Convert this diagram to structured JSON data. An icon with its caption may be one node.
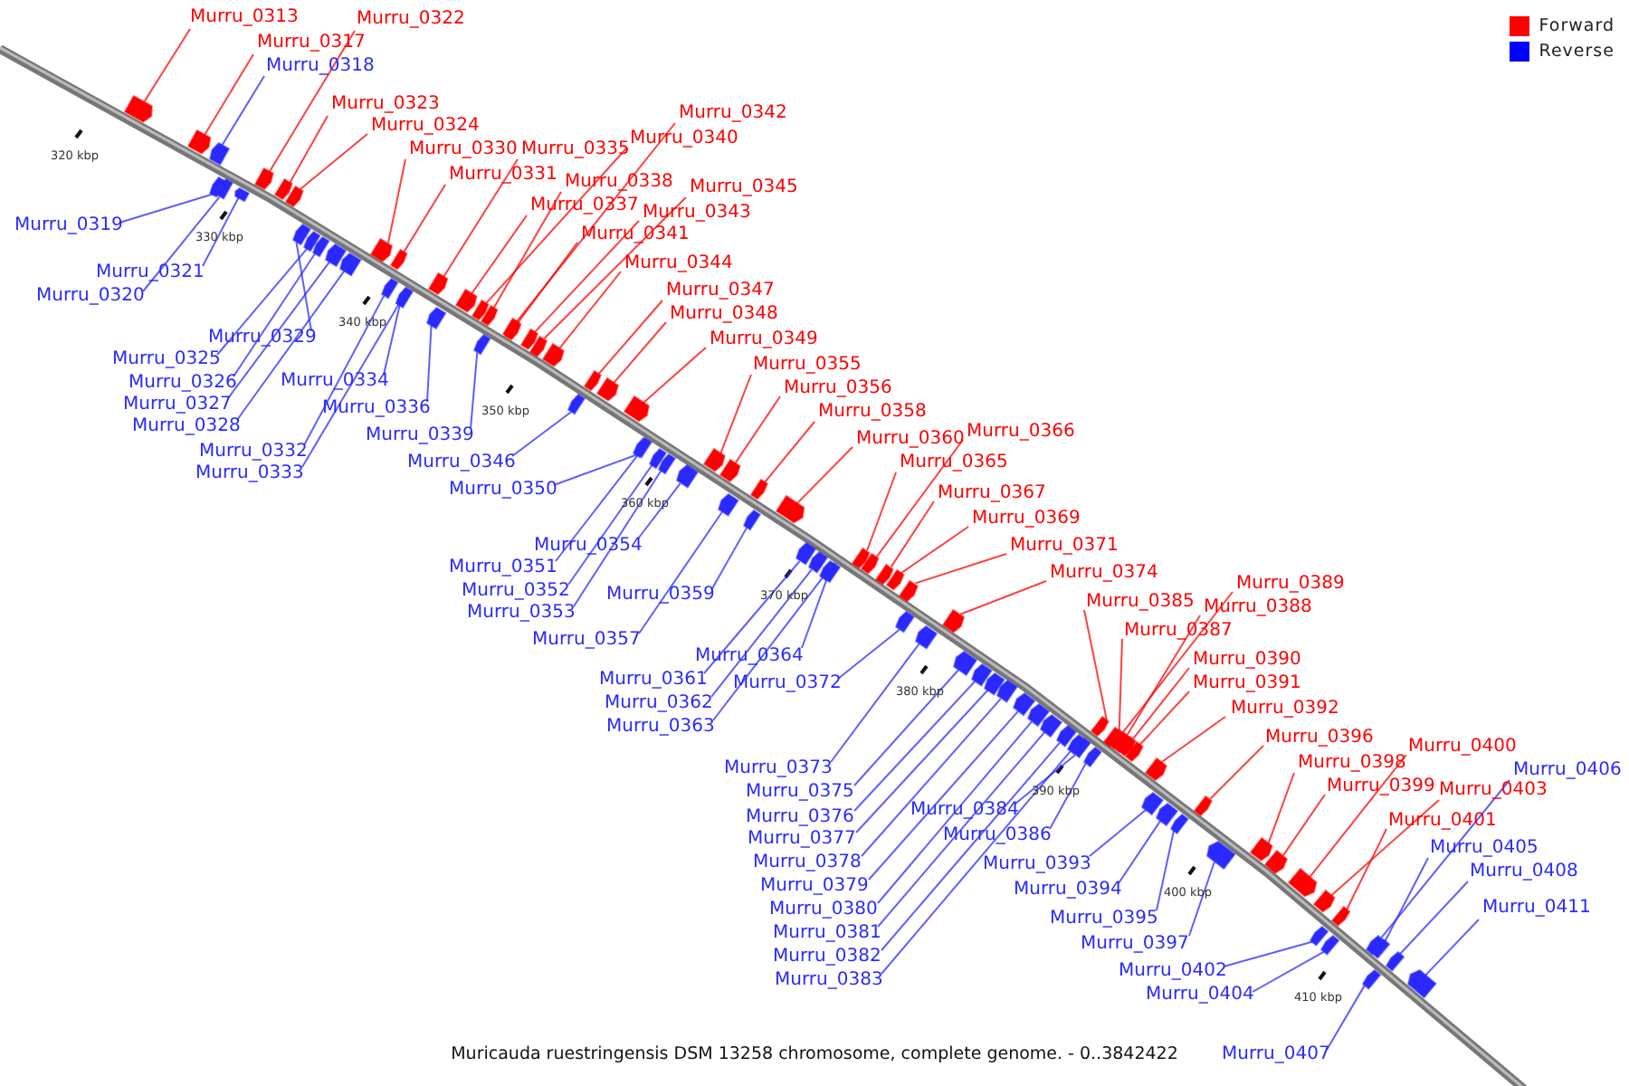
{
  "diagram": {
    "caption": "Muricauda ruestringensis DSM 13258 chromosome, complete genome. - 0..3842422",
    "nodes": [
      {
        "text": [
          "Murru_0313"
        ]
      },
      {
        "text": [
          "Murru_0322"
        ]
      },
      {
        "text": [
          "Murru_0317"
        ]
      },
      {
        "text": [
          "Murru_0318"
        ]
      },
      {
        "text": [
          "Murru_0323"
        ]
      },
      {
        "text": [
          "Murru_0342"
        ]
      },
      {
        "text": [
          "Murru_0324"
        ]
      },
      {
        "text": [
          "Murru_0340"
        ]
      },
      {
        "text": [
          "Murru_0330"
        ]
      },
      {
        "text": [
          "Murru_0335"
        ]
      },
      {
        "text": [
          "Murru_0331"
        ]
      },
      {
        "text": [
          "Murru_0338"
        ]
      },
      {
        "text": [
          "Murru_0345"
        ]
      },
      {
        "text": [
          "Murru_0337"
        ]
      },
      {
        "text": [
          "Murru_0343"
        ]
      },
      {
        "text": [
          "Murru_0319"
        ]
      },
      {
        "text": [
          "Murru_0341"
        ]
      },
      {
        "text": [
          "Murru_0344"
        ]
      },
      {
        "text": [
          "Murru_0321"
        ]
      },
      {
        "text": [
          "Murru_0347"
        ]
      },
      {
        "text": [
          "Murru_0320"
        ]
      },
      {
        "text": [
          "Murru_0348"
        ]
      },
      {
        "text": [
          "Murru_0329"
        ]
      },
      {
        "text": [
          "Murru_0349"
        ]
      },
      {
        "text": [
          "Murru_0325"
        ]
      },
      {
        "text": [
          "Murru_0355"
        ]
      },
      {
        "text": [
          "Murru_0334"
        ]
      },
      {
        "text": [
          "Murru_0326"
        ]
      },
      {
        "text": [
          "Murru_0356"
        ]
      },
      {
        "text": [
          "Murru_0327"
        ]
      },
      {
        "text": [
          "Murru_0336"
        ]
      },
      {
        "text": [
          "Murru_0358"
        ]
      },
      {
        "text": [
          "Murru_0328"
        ]
      },
      {
        "text": [
          "Murru_0366"
        ]
      },
      {
        "text": [
          "Murru_0339"
        ]
      },
      {
        "text": [
          "Murru_0360"
        ]
      },
      {
        "text": [
          "Murru_0332"
        ]
      },
      {
        "text": [
          "Murru_0346"
        ]
      },
      {
        "text": [
          "Murru_0365"
        ]
      },
      {
        "text": [
          "Murru_0333"
        ]
      },
      {
        "text": [
          "Murru_0350"
        ]
      },
      {
        "text": [
          "Murru_0367"
        ]
      },
      {
        "text": [
          "Murru_0369"
        ]
      },
      {
        "text": [
          "Murru_0354"
        ]
      },
      {
        "text": [
          "Murru_0371"
        ]
      },
      {
        "text": [
          "Murru_0351"
        ]
      },
      {
        "text": [
          "Murru_0374"
        ]
      },
      {
        "text": [
          "Murru_0389"
        ]
      },
      {
        "text": [
          "Murru_0352"
        ]
      },
      {
        "text": [
          "Murru_0359"
        ]
      },
      {
        "text": [
          "Murru_0385"
        ]
      },
      {
        "text": [
          "Murru_0388"
        ]
      },
      {
        "text": [
          "Murru_0353"
        ]
      },
      {
        "text": [
          "Murru_0387"
        ]
      },
      {
        "text": [
          "Murru_0357"
        ]
      },
      {
        "text": [
          "Murru_0364"
        ]
      },
      {
        "text": [
          "Murru_0390"
        ]
      },
      {
        "text": [
          "Murru_0361"
        ]
      },
      {
        "text": [
          "Murru_0372"
        ]
      },
      {
        "text": [
          "Murru_0391"
        ]
      },
      {
        "text": [
          "Murru_0362"
        ]
      },
      {
        "text": [
          "Murru_0392"
        ]
      },
      {
        "text": [
          "Murru_0363"
        ]
      },
      {
        "text": [
          "Murru_0396"
        ]
      },
      {
        "text": [
          "Murru_0400"
        ]
      },
      {
        "text": [
          "Murru_0373"
        ]
      },
      {
        "text": [
          "Murru_0398"
        ]
      },
      {
        "text": [
          "Murru_0406"
        ]
      },
      {
        "text": [
          "Murru_0399"
        ]
      },
      {
        "text": [
          "Murru_0403"
        ]
      },
      {
        "text": [
          "Murru_0375"
        ]
      },
      {
        "text": [
          "Murru_0384"
        ]
      },
      {
        "text": [
          "Murru_0376"
        ]
      },
      {
        "text": [
          "Murru_0401"
        ]
      },
      {
        "text": [
          "Murru_0386"
        ]
      },
      {
        "text": [
          "Murru_0377"
        ]
      },
      {
        "text": [
          "Murru_0405"
        ]
      },
      {
        "text": [
          "Murru_0393"
        ]
      },
      {
        "text": [
          "Murru_0378"
        ]
      },
      {
        "text": [
          "Murru_0408"
        ]
      },
      {
        "text": [
          "Murru_0379"
        ]
      },
      {
        "text": [
          "Murru_0394"
        ]
      },
      {
        "text": [
          "Murru_0411"
        ]
      },
      {
        "text": [
          "Murru_0380"
        ]
      },
      {
        "text": [
          "Murru_0395"
        ]
      },
      {
        "text": [
          "Murru_0381"
        ]
      },
      {
        "text": [
          "Murru_0397"
        ]
      },
      {
        "text": [
          "Murru_0382"
        ]
      },
      {
        "text": [
          "Murru_0402"
        ]
      },
      {
        "text": [
          "Murru_0383"
        ]
      },
      {
        "text": [
          "Murru_0404"
        ]
      },
      {
        "text": [
          "Murru_0407"
        ]
      },
      {
        "text": [],
        "shape": "bar"
      },
      {
        "text": [],
        "shape": "bar"
      },
      {
        "text": [],
        "shape": "bar"
      },
      {
        "text": [],
        "shape": "bar"
      },
      {
        "text": [],
        "shape": "bar"
      },
      {
        "text": [],
        "shape": "bar"
      },
      {
        "text": [],
        "shape": "bar"
      },
      {
        "text": [],
        "shape": "bar"
      },
      {
        "text": [],
        "shape": "bar"
      },
      {
        "text": [],
        "shape": "bar"
      },
      {
        "text": [],
        "shape": "bar"
      },
      {
        "text": [],
        "shape": "bar"
      },
      {
        "text": [],
        "shape": "bar"
      },
      {
        "text": [],
        "shape": "bar"
      },
      {
        "text": [],
        "shape": "bar"
      },
      {
        "text": [],
        "shape": "bar"
      },
      {
        "text": [],
        "shape": "bar"
      },
      {
        "text": [],
        "shape": "bar"
      },
      {
        "text": [],
        "shape": "bar"
      },
      {
        "text": [],
        "shape": "bar"
      },
      {
        "text": [],
        "shape": "bar"
      },
      {
        "text": [],
        "shape": "bar"
      },
      {
        "text": [],
        "shape": "bar"
      },
      {
        "text": [],
        "shape": "bar"
      },
      {
        "text": [],
        "shape": "bar"
      },
      {
        "text": [],
        "shape": "bar"
      },
      {
        "text": [],
        "shape": "bar"
      },
      {
        "text": [],
        "shape": "bar"
      },
      {
        "text": [],
        "shape": "bar"
      },
      {
        "text": [],
        "shape": "bar"
      },
      {
        "text": [],
        "shape": "bar"
      },
      {
        "text": [],
        "shape": "bar"
      },
      {
        "text": [],
        "shape": "bar"
      },
      {
        "text": [],
        "shape": "bar"
      },
      {
        "text": [],
        "shape": "bar"
      },
      {
        "text": [],
        "shape": "bar"
      },
      {
        "text": [],
        "shape": "bar"
      },
      {
        "text": [],
        "shape": "bar"
      },
      {
        "text": [],
        "shape": "bar"
      },
      {
        "text": [],
        "shape": "bar"
      },
      {
        "text": [],
        "shape": "bar"
      },
      {
        "text": [],
        "shape": "bar"
      },
      {
        "text": [],
        "shape": "bar"
      },
      {
        "text": [],
        "shape": "bar"
      },
      {
        "text": [],
        "shape": "bar"
      },
      {
        "text": [],
        "shape": "bar"
      },
      {
        "text": [],
        "shape": "bar"
      },
      {
        "text": [],
        "shape": "bar"
      },
      {
        "text": [],
        "shape": "bar"
      },
      {
        "text": [],
        "shape": "bar"
      },
      {
        "text": [],
        "shape": "bar"
      },
      {
        "text": [],
        "shape": "bar"
      },
      {
        "text": [],
        "shape": "bar"
      },
      {
        "text": [],
        "shape": "bar"
      },
      {
        "text": [],
        "shape": "bar"
      },
      {
        "text": [],
        "shape": "bar"
      },
      {
        "text": [],
        "shape": "bar"
      },
      {
        "text": [],
        "shape": "bar"
      },
      {
        "text": [],
        "shape": "bar"
      },
      {
        "text": [],
        "shape": "bar"
      },
      {
        "text": [],
        "shape": "bar"
      },
      {
        "text": [],
        "shape": "bar"
      },
      {
        "text": [],
        "shape": "bar"
      },
      {
        "text": [],
        "shape": "bar"
      },
      {
        "text": [],
        "shape": "bar"
      },
      {
        "text": [],
        "shape": "bar"
      },
      {
        "text": [],
        "shape": "bar"
      },
      {
        "text": [],
        "shape": "bar"
      },
      {
        "text": [],
        "shape": "bar"
      },
      {
        "text": [],
        "shape": "bar"
      },
      {
        "text": [],
        "shape": "bar"
      },
      {
        "text": [],
        "shape": "bar"
      },
      {
        "text": [],
        "shape": "bar"
      },
      {
        "text": [],
        "shape": "bar"
      },
      {
        "text": [],
        "shape": "bar"
      },
      {
        "text": [],
        "shape": "bar"
      },
      {
        "text": [],
        "shape": "bar"
      },
      {
        "text": [],
        "shape": "bar"
      },
      {
        "text": [],
        "shape": "bar"
      },
      {
        "text": [],
        "shape": "bar"
      },
      {
        "text": [],
        "shape": "bar"
      },
      {
        "text": [],
        "shape": "bar"
      },
      {
        "text": [],
        "shape": "bar"
      },
      {
        "text": [],
        "shape": "bar"
      },
      {
        "text": [],
        "shape": "bar"
      },
      {
        "text": [],
        "shape": "bar"
      },
      {
        "text": [],
        "shape": "bar"
      },
      {
        "text": [],
        "shape": "bar"
      },
      {
        "text": [],
        "shape": "bar"
      },
      {
        "text": [],
        "shape": "bar"
      },
      {
        "text": [],
        "shape": "bar"
      },
      {
        "text": [],
        "shape": "bar"
      }
    ],
    "edges": [
      {
        "from": 0,
        "to": 92,
        "arrow": "none",
        "color": "#ff0000"
      },
      {
        "from": 1,
        "to": 93,
        "arrow": "none",
        "color": "#ff0000"
      },
      {
        "from": 2,
        "to": 94,
        "arrow": "none",
        "color": "#ff0000"
      },
      {
        "from": 3,
        "to": 95,
        "arrow": "none"
      },
      {
        "from": 4,
        "to": 96,
        "arrow": "none",
        "color": "#ff0000"
      },
      {
        "from": 5,
        "to": 97,
        "arrow": "none",
        "color": "#ff0000"
      },
      {
        "from": 6,
        "to": 98,
        "arrow": "none",
        "color": "#ff0000"
      },
      {
        "from": 7,
        "to": 99,
        "arrow": "none",
        "color": "#ff0000"
      },
      {
        "from": 8,
        "to": 100,
        "arrow": "none",
        "color": "#ff0000"
      },
      {
        "from": 9,
        "to": 101,
        "arrow": "none",
        "color": "#ff0000"
      },
      {
        "from": 10,
        "to": 102,
        "arrow": "none",
        "color": "#ff0000"
      },
      {
        "from": 11,
        "to": 103,
        "arrow": "none",
        "color": "#ff0000"
      },
      {
        "from": 12,
        "to": 104,
        "arrow": "none",
        "color": "#ff0000"
      },
      {
        "from": 13,
        "to": 105,
        "arrow": "none",
        "color": "#ff0000"
      },
      {
        "from": 14,
        "to": 106,
        "arrow": "none",
        "color": "#ff0000"
      },
      {
        "from": 15,
        "to": 107,
        "arrow": "none"
      },
      {
        "from": 16,
        "to": 108,
        "arrow": "none",
        "color": "#ff0000"
      },
      {
        "from": 17,
        "to": 109,
        "arrow": "none",
        "color": "#ff0000"
      },
      {
        "from": 18,
        "to": 110,
        "arrow": "none"
      },
      {
        "from": 19,
        "to": 111,
        "arrow": "none",
        "color": "#ff0000"
      },
      {
        "from": 20,
        "to": 112,
        "arrow": "none"
      },
      {
        "from": 21,
        "to": 113,
        "arrow": "none",
        "color": "#ff0000"
      },
      {
        "from": 22,
        "to": 114,
        "arrow": "none"
      },
      {
        "from": 23,
        "to": 115,
        "arrow": "none",
        "color": "#ff0000"
      },
      {
        "from": 24,
        "to": 116,
        "arrow": "none"
      },
      {
        "from": 25,
        "to": 117,
        "arrow": "none",
        "color": "#ff0000"
      },
      {
        "from": 26,
        "to": 118,
        "arrow": "none"
      },
      {
        "from": 27,
        "to": 119,
        "arrow": "none"
      },
      {
        "from": 28,
        "to": 120,
        "arrow": "none",
        "color": "#ff0000"
      },
      {
        "from": 29,
        "to": 121,
        "arrow": "none"
      },
      {
        "from": 30,
        "to": 122,
        "arrow": "none"
      },
      {
        "from": 31,
        "to": 123,
        "arrow": "none",
        "color": "#ff0000"
      },
      {
        "from": 32,
        "to": 124,
        "arrow": "none"
      },
      {
        "from": 33,
        "to": 125,
        "arrow": "none",
        "color": "#ff0000"
      },
      {
        "from": 34,
        "to": 126,
        "arrow": "none"
      },
      {
        "from": 35,
        "to": 127,
        "arrow": "none",
        "color": "#ff0000"
      },
      {
        "from": 36,
        "to": 128,
        "arrow": "none"
      },
      {
        "from": 37,
        "to": 129,
        "arrow": "none"
      },
      {
        "from": 38,
        "to": 130,
        "arrow": "none",
        "color": "#ff0000"
      },
      {
        "from": 39,
        "to": 131,
        "arrow": "none"
      },
      {
        "from": 40,
        "to": 132,
        "arrow": "none"
      },
      {
        "from": 41,
        "to": 133,
        "arrow": "none",
        "color": "#ff0000"
      },
      {
        "from": 42,
        "to": 134,
        "arrow": "none",
        "color": "#ff0000"
      },
      {
        "from": 43,
        "to": 135,
        "arrow": "none"
      },
      {
        "from": 44,
        "to": 136,
        "arrow": "none",
        "color": "#ff0000"
      },
      {
        "from": 45,
        "to": 137,
        "arrow": "none"
      },
      {
        "from": 46,
        "to": 138,
        "arrow": "none",
        "color": "#ff0000"
      },
      {
        "from": 47,
        "to": 139,
        "arrow": "none",
        "color": "#ff0000"
      },
      {
        "from": 48,
        "to": 140,
        "arrow": "none"
      },
      {
        "from": 49,
        "to": 141,
        "arrow": "none"
      },
      {
        "from": 50,
        "to": 142,
        "arrow": "none",
        "color": "#ff0000"
      },
      {
        "from": 51,
        "to": 143,
        "arrow": "none",
        "color": "#ff0000"
      },
      {
        "from": 52,
        "to": 144,
        "arrow": "none"
      },
      {
        "from": 53,
        "to": 145,
        "arrow": "none",
        "color": "#ff0000"
      },
      {
        "from": 54,
        "to": 146,
        "arrow": "none"
      },
      {
        "from": 55,
        "to": 147,
        "arrow": "none"
      },
      {
        "from": 56,
        "to": 148,
        "arrow": "none",
        "color": "#ff0000"
      },
      {
        "from": 57,
        "to": 149,
        "arrow": "none"
      },
      {
        "from": 58,
        "to": 150,
        "arrow": "none"
      },
      {
        "from": 59,
        "to": 151,
        "arrow": "none",
        "color": "#ff0000"
      },
      {
        "from": 60,
        "to": 152,
        "arrow": "none"
      },
      {
        "from": 61,
        "to": 153,
        "arrow": "none",
        "color": "#ff0000"
      },
      {
        "from": 62,
        "to": 154,
        "arrow": "none"
      },
      {
        "from": 63,
        "to": 155,
        "arrow": "none",
        "color": "#ff0000"
      },
      {
        "from": 64,
        "to": 156,
        "arrow": "none",
        "color": "#ff0000"
      },
      {
        "from": 65,
        "to": 157,
        "arrow": "none"
      },
      {
        "from": 66,
        "to": 158,
        "arrow": "none",
        "color": "#ff0000"
      },
      {
        "from": 67,
        "to": 159,
        "arrow": "none"
      },
      {
        "from": 68,
        "to": 160,
        "arrow": "none",
        "color": "#ff0000"
      },
      {
        "from": 69,
        "to": 161,
        "arrow": "none",
        "color": "#ff0000"
      },
      {
        "from": 70,
        "to": 162,
        "arrow": "none"
      },
      {
        "from": 71,
        "to": 163,
        "arrow": "none"
      },
      {
        "from": 72,
        "to": 164,
        "arrow": "none"
      },
      {
        "from": 73,
        "to": 165,
        "arrow": "none",
        "color": "#ff0000"
      },
      {
        "from": 74,
        "to": 166,
        "arrow": "none"
      },
      {
        "from": 75,
        "to": 167,
        "arrow": "none"
      },
      {
        "from": 76,
        "to": 168,
        "arrow": "none"
      },
      {
        "from": 77,
        "to": 169,
        "arrow": "none"
      },
      {
        "from": 78,
        "to": 170,
        "arrow": "none"
      },
      {
        "from": 79,
        "to": 171,
        "arrow": "none"
      },
      {
        "from": 80,
        "to": 172,
        "arrow": "none"
      },
      {
        "from": 81,
        "to": 173,
        "arrow": "none"
      },
      {
        "from": 82,
        "to": 174,
        "arrow": "none"
      },
      {
        "from": 83,
        "to": 175,
        "arrow": "none"
      },
      {
        "from": 84,
        "to": 176,
        "arrow": "none"
      },
      {
        "from": 85,
        "to": 177,
        "arrow": "none"
      },
      {
        "from": 86,
        "to": 178,
        "arrow": "none"
      },
      {
        "from": 87,
        "to": 179,
        "arrow": "none"
      },
      {
        "from": 88,
        "to": 180,
        "arrow": "none"
      },
      {
        "from": 89,
        "to": 181,
        "arrow": "none"
      },
      {
        "from": 90,
        "to": 182,
        "arrow": "none"
      },
      {
        "from": 91,
        "to": 183,
        "arrow": "none"
      }
    ],
    "labels": [
      "320 kbp",
      "330 kbp",
      "340 kbp",
      "350 kbp",
      "360 kbp",
      "370 kbp",
      "380 kbp",
      "390 kbp",
      "400 kbp",
      "410 kbp"
    ],
    "legend": [
      {
        "text": "Forward",
        "color": "#ff0000"
      },
      {
        "text": "Reverse",
        "color": "#0000ff"
      }
    ]
  }
}
